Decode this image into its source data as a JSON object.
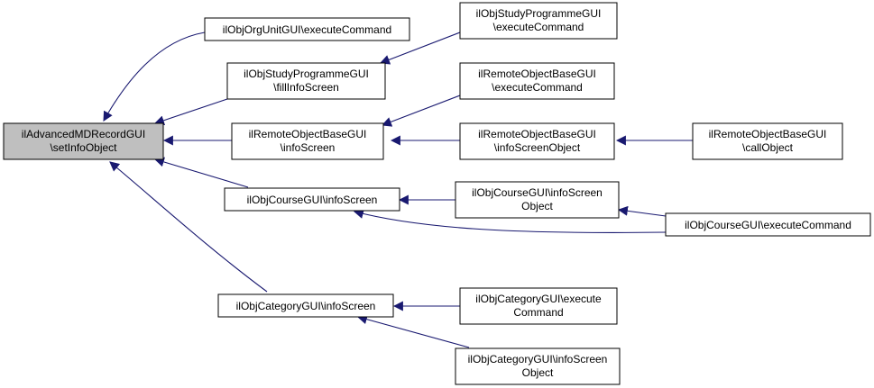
{
  "colors": {
    "edge": "#191970",
    "root_fill": "#bfbfbf",
    "node_fill": "#ffffff",
    "node_border": "#000000"
  },
  "nodes": {
    "root": {
      "line1": "ilAdvancedMDRecordGUI",
      "line2": "\\setInfoObject"
    },
    "orgunit_exec": {
      "line1": "ilObjOrgUnitGUI\\executeCommand"
    },
    "studyprog_fill": {
      "line1": "ilObjStudyProgrammeGUI",
      "line2": "\\fillInfoScreen"
    },
    "studyprog_exec": {
      "line1": "ilObjStudyProgrammeGUI",
      "line2": "\\executeCommand"
    },
    "remote_info": {
      "line1": "ilRemoteObjectBaseGUI",
      "line2": "\\infoScreen"
    },
    "remote_exec": {
      "line1": "ilRemoteObjectBaseGUI",
      "line2": "\\executeCommand"
    },
    "remote_infoobj": {
      "line1": "ilRemoteObjectBaseGUI",
      "line2": "\\infoScreenObject"
    },
    "remote_call": {
      "line1": "ilRemoteObjectBaseGUI",
      "line2": "\\callObject"
    },
    "course_info": {
      "line1": "ilObjCourseGUI\\infoScreen"
    },
    "course_infoobj": {
      "line1": "ilObjCourseGUI\\infoScreen",
      "line2": "Object"
    },
    "course_exec": {
      "line1": "ilObjCourseGUI\\executeCommand"
    },
    "category_info": {
      "line1": "ilObjCategoryGUI\\infoScreen"
    },
    "category_exec": {
      "line1": "ilObjCategoryGUI\\execute",
      "line2": "Command"
    },
    "category_infoobj": {
      "line1": "ilObjCategoryGUI\\infoScreen",
      "line2": "Object"
    }
  }
}
